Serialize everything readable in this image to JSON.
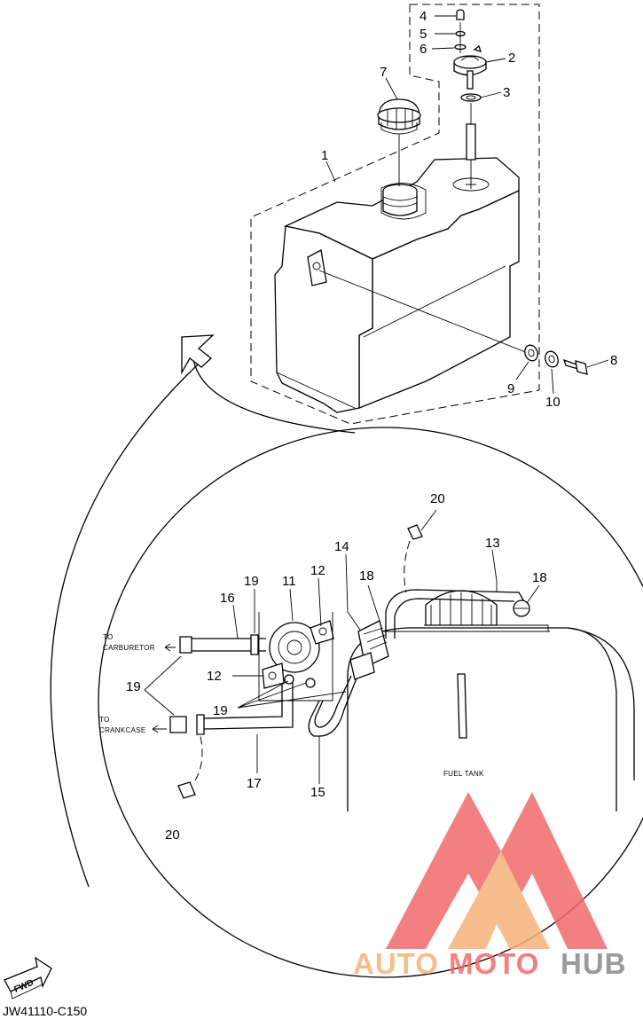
{
  "diagram": {
    "code": "JW41110-C150",
    "fwd_label": "FWD",
    "callouts": {
      "p1": "1",
      "p2": "2",
      "p3": "3",
      "p4": "4",
      "p5": "5",
      "p6": "6",
      "p7": "7",
      "p8": "8",
      "p9": "9",
      "p10": "10",
      "p11": "11",
      "p12a": "12",
      "p12b": "12",
      "p13": "13",
      "p14": "14",
      "p15": "15",
      "p16": "16",
      "p17": "17",
      "p18a": "18",
      "p18b": "18",
      "p19a": "19",
      "p19b": "19",
      "p19c": "19",
      "p20a": "20",
      "p20b": "20"
    },
    "notes": {
      "to_carb_1": "TO",
      "to_carb_2": "CARBURETOR",
      "to_crank_1": "TO",
      "to_crank_2": "CRANKCASE",
      "fuel_tank": "FUEL TANK"
    }
  },
  "watermark": {
    "text_a": "AUTO",
    "text_b": "MOTO",
    "text_c": "HUB",
    "colors": {
      "orange": "#F7B27A",
      "red": "#F26B6B",
      "gray": "#8A8A8A"
    }
  }
}
